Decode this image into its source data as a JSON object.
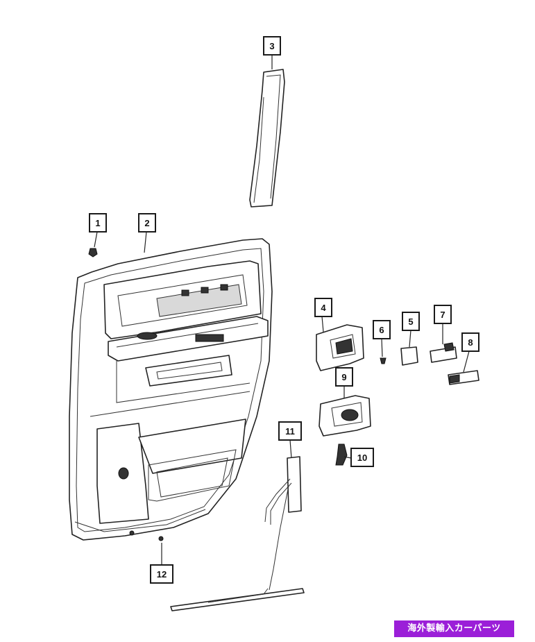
{
  "callouts": [
    {
      "id": "1",
      "label": "1"
    },
    {
      "id": "2",
      "label": "2"
    },
    {
      "id": "3",
      "label": "3"
    },
    {
      "id": "4",
      "label": "4"
    },
    {
      "id": "5",
      "label": "5"
    },
    {
      "id": "6",
      "label": "6"
    },
    {
      "id": "7",
      "label": "7"
    },
    {
      "id": "8",
      "label": "8"
    },
    {
      "id": "9",
      "label": "9"
    },
    {
      "id": "10",
      "label": "10"
    },
    {
      "id": "11",
      "label": "11"
    },
    {
      "id": "12",
      "label": "12"
    }
  ],
  "badge": {
    "text": "海外製輸入カーパーツ",
    "color": "#9b1fd8"
  }
}
